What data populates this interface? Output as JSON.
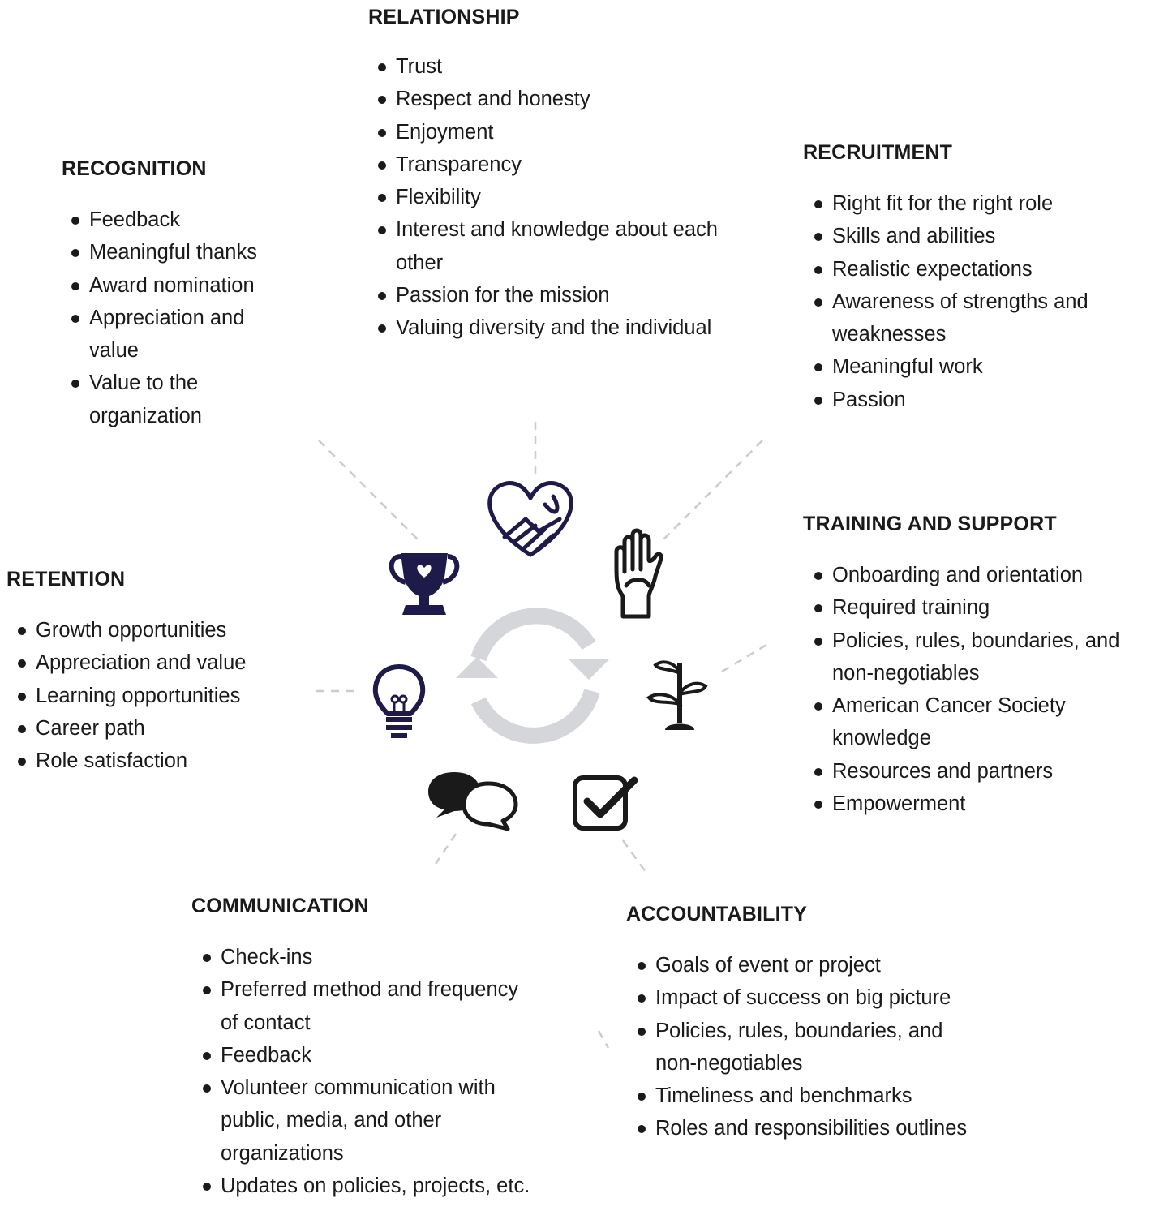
{
  "sections": {
    "relationship": {
      "title": "RELATIONSHIP",
      "items": [
        "Trust",
        "Respect and honesty",
        "Enjoyment",
        "Transparency",
        "Flexibility",
        "Interest and knowledge about each other",
        "Passion for the mission",
        "Valuing diversity and the individual"
      ]
    },
    "recognition": {
      "title": "RECOGNITION",
      "items": [
        "Feedback",
        "Meaningful thanks",
        "Award nomination",
        "Appreciation and value",
        "Value to the organization"
      ]
    },
    "recruitment": {
      "title": "RECRUITMENT",
      "items": [
        "Right fit for the right role",
        "Skills and abilities",
        "Realistic expectations",
        "Awareness of strengths and weaknesses",
        "Meaningful work",
        "Passion"
      ]
    },
    "training": {
      "title": "TRAINING AND SUPPORT",
      "items": [
        "Onboarding and orientation",
        "Required training",
        "Policies, rules, boundaries, and non-negotiables",
        "American Cancer Society knowledge",
        "Resources and partners",
        "Empowerment"
      ]
    },
    "retention": {
      "title": "RETENTION",
      "items": [
        "Growth opportunities",
        "Appreciation and value",
        "Learning opportunities",
        "Career path",
        "Role satisfaction"
      ]
    },
    "communication": {
      "title": "COMMUNICATION",
      "items": [
        "Check-ins",
        "Preferred method and frequency of contact",
        "Feedback",
        "Volunteer communication with public, media, and other organizations",
        "Updates on policies, projects, etc."
      ]
    },
    "accountability": {
      "title": "ACCOUNTABILITY",
      "items": [
        "Goals of event or project",
        "Impact of success on big picture",
        "Policies, rules, boundaries, and non-negotiables",
        "Timeliness and benchmarks",
        "Roles and responsibilities outlines"
      ]
    }
  },
  "icons": {
    "relationship": "heart-handshake-icon",
    "recognition": "trophy-icon",
    "recruitment": "raised-hand-icon",
    "training": "sprout-icon",
    "retention": "lightbulb-icon",
    "communication": "speech-bubbles-icon",
    "accountability": "checkbox-icon",
    "center": "cycle-arrows-icon"
  },
  "colors": {
    "navy": "#1e1a4a",
    "black": "#1a1a1a",
    "cycle_gray": "#d4d6d9",
    "connector_gray": "#cccccc"
  }
}
